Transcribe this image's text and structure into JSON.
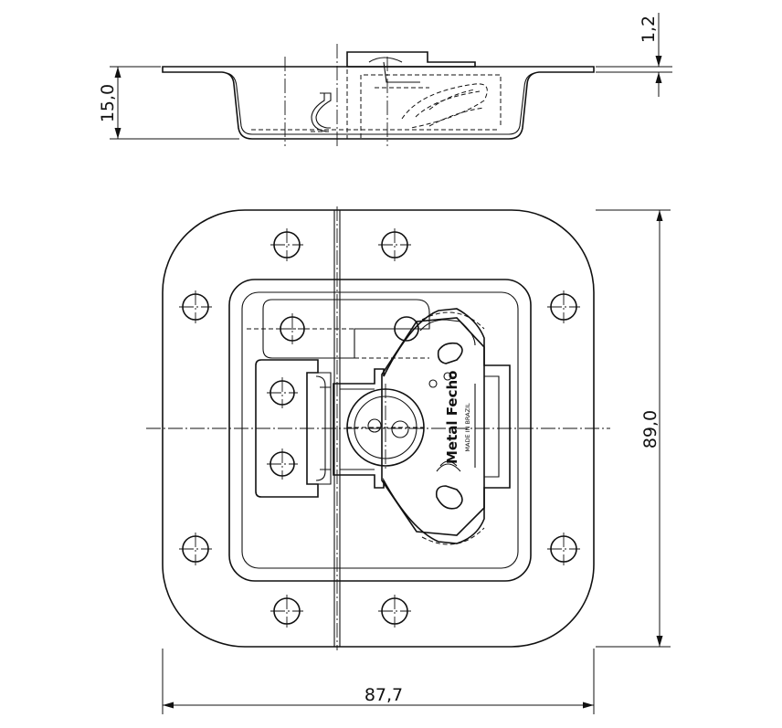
{
  "dimensions": {
    "width": "87,7",
    "height": "89,0",
    "depth": "15,0",
    "flange": "1,2"
  },
  "branding": {
    "logo": "Metal Fecho",
    "made_in": "MADE IN BRAZIL"
  }
}
